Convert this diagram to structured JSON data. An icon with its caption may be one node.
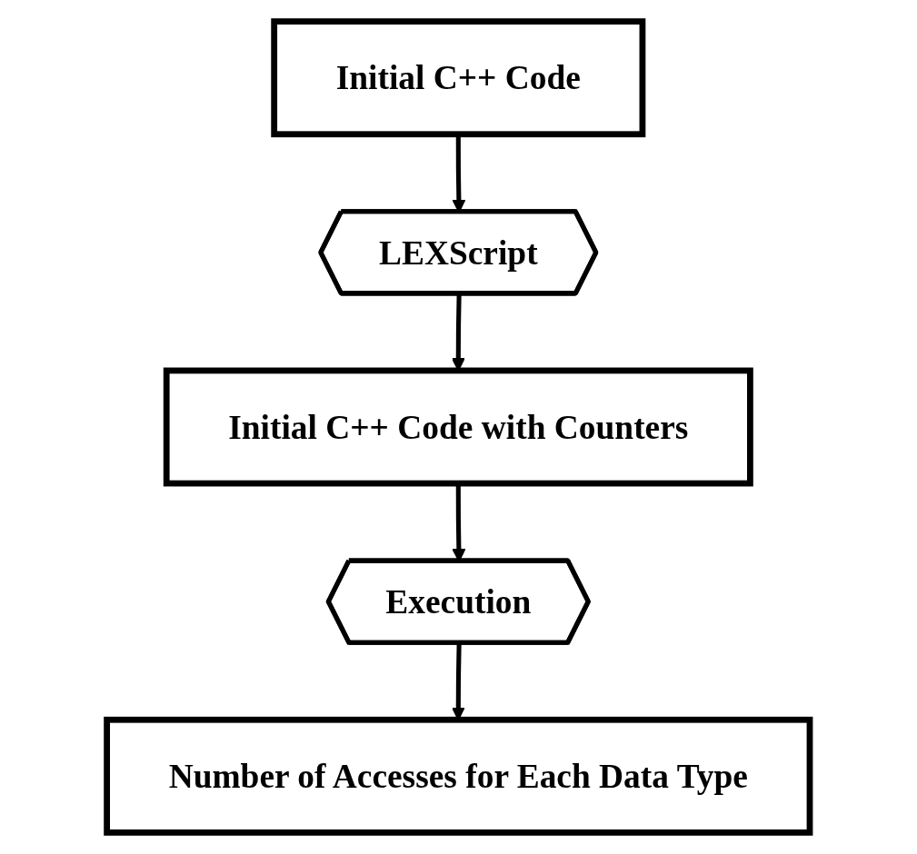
{
  "diagram": {
    "nodes": [
      {
        "text": [
          "Initial C++ Code"
        ]
      },
      {
        "text": [
          "LEXScript"
        ]
      },
      {
        "text": [
          "Initial C++ Code with Counters"
        ]
      },
      {
        "text": [
          "Execution"
        ]
      },
      {
        "text": [
          "Number of Accesses for Each Data Type"
        ]
      }
    ],
    "edges": [
      {
        "from": 0,
        "to": 1,
        "arrow": "to"
      },
      {
        "from": 1,
        "to": 2,
        "arrow": "to"
      },
      {
        "from": 2,
        "to": 3,
        "arrow": "to"
      },
      {
        "from": 3,
        "to": 4,
        "arrow": "to"
      }
    ]
  }
}
